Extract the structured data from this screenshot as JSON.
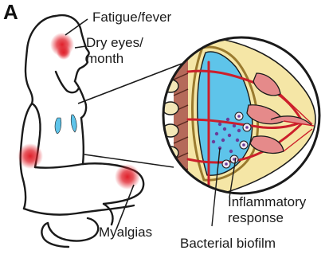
{
  "panel_letter": "A",
  "labels": {
    "fatigue": "Fatigue/fever",
    "dry_eyes_line1": "Dry eyes/",
    "dry_eyes_line2": "month",
    "myalgias": "Myalgias",
    "inflammatory_line1": "Inflammatory",
    "inflammatory_line2": "response",
    "biofilm": "Bacterial biofilm"
  },
  "colors": {
    "outline": "#1a1a1a",
    "symptom_glow": "#e0202a",
    "implant": "#5ec4ea",
    "breast_tissue": "#f5e6a6",
    "gland": "#e58a8a",
    "vessel": "#cc1f2b",
    "muscle": "#b56a5a",
    "bacteria": "#6a3d9a",
    "capsule": "#9a7a2e"
  }
}
